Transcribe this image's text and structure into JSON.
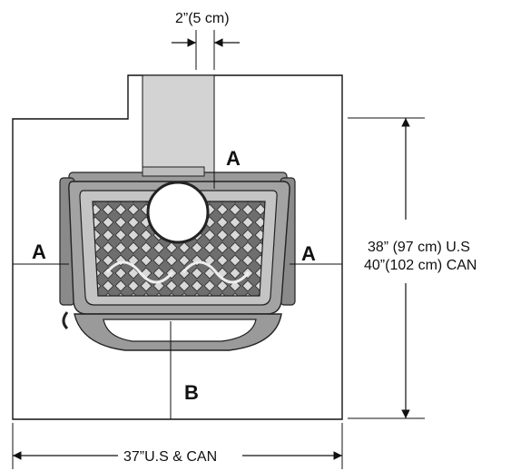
{
  "labels": {
    "clearance_top": "A",
    "clearance_left": "A",
    "clearance_right": "A",
    "clearance_front": "B"
  },
  "dimensions": {
    "flue_offset": "2”(5 cm)",
    "depth_us": "38” (97 cm) U.S",
    "depth_can": "40”(102 cm) CAN",
    "width": "37”U.S & CAN"
  },
  "colors": {
    "line": "#111111",
    "flue": "#d3d3d3",
    "stove_body": "#9a9a9a",
    "stove_dark": "#4a4a4a",
    "stove_light": "#cfcfcf"
  }
}
